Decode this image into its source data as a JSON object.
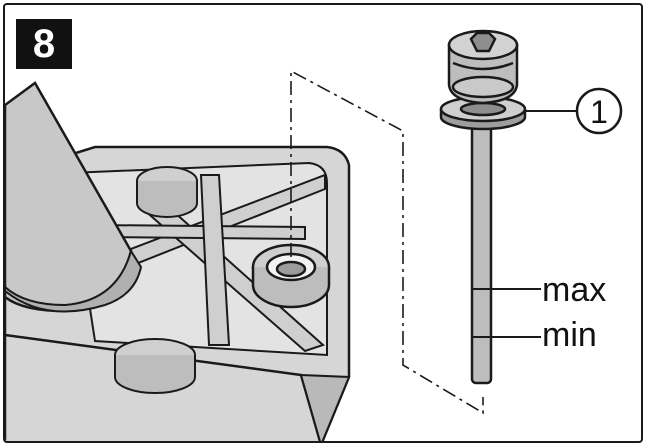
{
  "step": {
    "number": "8"
  },
  "callout": {
    "number": "1"
  },
  "bolt_marks": {
    "max_label": "max",
    "min_label": "min"
  },
  "colors": {
    "badge_background": "#111111",
    "badge_text": "#ffffff",
    "line": "#1a1a1a",
    "part_fill": "#d6d6d6",
    "part_shade": "#b9b9b9",
    "bolt_fill": "#bdbdbd"
  }
}
